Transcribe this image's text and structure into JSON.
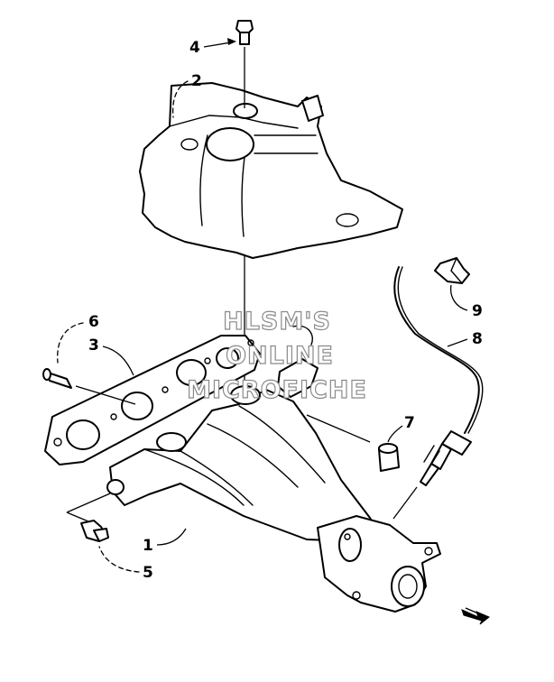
{
  "callouts": [
    {
      "id": "callout-1",
      "label": "1"
    },
    {
      "id": "callout-2",
      "label": "2"
    },
    {
      "id": "callout-3",
      "label": "3"
    },
    {
      "id": "callout-4",
      "label": "4"
    },
    {
      "id": "callout-5",
      "label": "5"
    },
    {
      "id": "callout-6",
      "label": "6"
    },
    {
      "id": "callout-7",
      "label": "7"
    },
    {
      "id": "callout-8",
      "label": "8"
    },
    {
      "id": "callout-9",
      "label": "9"
    }
  ],
  "watermark": [
    "HLSM'S",
    "ONLINE",
    "MICROFICHE"
  ],
  "icons": {
    "direction": "arrow-right-icon"
  },
  "colors": {
    "line": "#000000",
    "watermark_outline": "#8a8a8a",
    "background": "#ffffff"
  }
}
